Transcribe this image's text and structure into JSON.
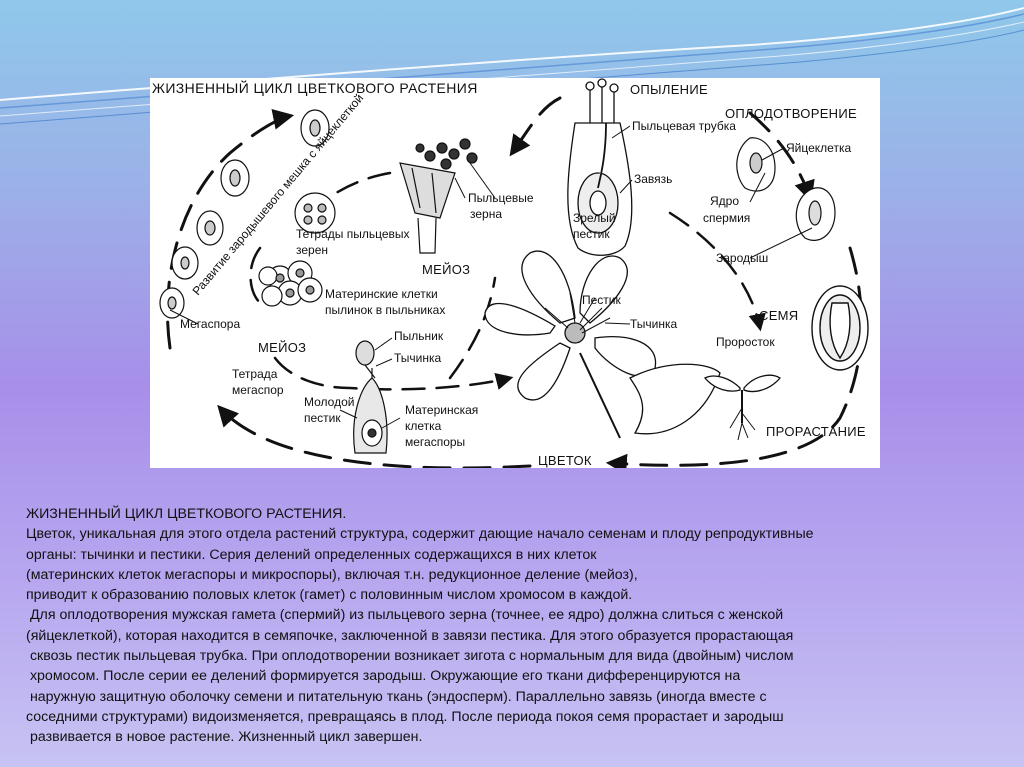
{
  "diagram": {
    "title": "ЖИЗНЕННЫЙ ЦИКЛ ЦВЕТКОВОГО РАСТЕНИЯ",
    "labels": {
      "pollination": "ОПЫЛЕНИЕ",
      "pollen_tube": "Пыльцевая трубка",
      "fertilization": "ОПЛОДОТВОРЕНИЕ",
      "egg_cell": "Яйцеклетка",
      "ovary": "Завязь",
      "sperm_nucleus_1": "Ядро",
      "sperm_nucleus_2": "спермия",
      "pollen_grains_1": "Пыльцевые",
      "pollen_grains_2": "зерна",
      "mature_pistil_1": "Зрелый",
      "mature_pistil_2": "пестик",
      "embryo": "Зародыш",
      "embryo_sac_development": "Развитие зародышевого мешка с яйцеклеткой",
      "pollen_tetrads_1": "Тетрады пыльцевых",
      "pollen_tetrads_2": "зерен",
      "meiosis_top": "МЕЙОЗ",
      "seed": "СЕМЯ",
      "mother_cells_1": "Материнские клетки",
      "mother_cells_2": "пылинок в пыльниках",
      "pistil": "Пестик",
      "stamen_top": "Тычинка",
      "megaspore": "Мегаспора",
      "anther": "Пыльник",
      "meiosis_left": "МЕЙОЗ",
      "stamen_left": "Тычинка",
      "sprout": "Проросток",
      "megaspore_tetrad_1": "Тетрада",
      "megaspore_tetrad_2": "мегаспор",
      "young_pistil_1": "Молодой",
      "young_pistil_2": "пестик",
      "megaspore_mother_1": "Материнская",
      "megaspore_mother_2": "клетка",
      "megaspore_mother_3": "мегаспоры",
      "germination": "ПРОРАСТАНИЕ",
      "flower": "ЦВЕТОК"
    }
  },
  "text": {
    "lines": [
      "ЖИЗНЕННЫЙ ЦИКЛ ЦВЕТКОВОГО РАСТЕНИЯ.",
      "Цветок, уникальная для этого отдела растений структура, содержит дающие начало семенам и плоду репродуктивные",
      "органы: тычинки и пестики. Серия делений определенных содержащихся в них клеток",
      "(материнских клеток мегаспоры и микроспоры), включая т.н. редукционное деление (мейоз),",
      "приводит к образованию половых клеток (гамет) с половинным числом хромосом в каждой.",
      " Для оплодотворения мужская гамета (спермий) из пыльцевого зерна (точнее, ее ядро) должна слиться с женской",
      "(яйцеклеткой), которая находится в семяпочке, заключенной в завязи пестика. Для этого образуется прорастающая",
      " сквозь пестик пыльцевая трубка. При оплодотворении возникает зигота с нормальным для вида (двойным) числом",
      " хромосом. После серии ее делений формируется зародыш. Окружающие его ткани дифференцируются на",
      " наружную защитную оболочку семени и питательную ткань (эндосперм). Параллельно завязь (иногда вместе с",
      "соседними структурами) видоизменяется, превращаясь в плод. После периода покоя семя прорастает и зародыш",
      " развивается в новое растение. Жизненный цикл завершен."
    ]
  }
}
